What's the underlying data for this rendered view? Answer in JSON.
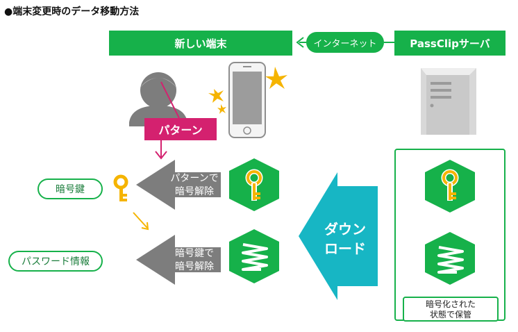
{
  "heading": "●端末変更時のデータ移動方法",
  "new_device": "新しい端末",
  "internet": "インターネット",
  "server": "PassClipサーバ",
  "pattern_badge": "パターン",
  "arrow_pattern_decrypt": [
    "パターンで",
    "暗号解除"
  ],
  "arrow_key_decrypt": [
    "暗号鍵で",
    "暗号解除"
  ],
  "label_key": "暗号鍵",
  "label_password_info": "パスワード情報",
  "download": [
    "ダウン",
    "ロード"
  ],
  "stored_note": [
    "暗号化された",
    "状態で保管"
  ],
  "colors": {
    "green": "#16b14a",
    "magenta": "#d4216f",
    "gray": "#7d7d7d",
    "teal": "#17b6c4",
    "key": "#f5b400"
  }
}
